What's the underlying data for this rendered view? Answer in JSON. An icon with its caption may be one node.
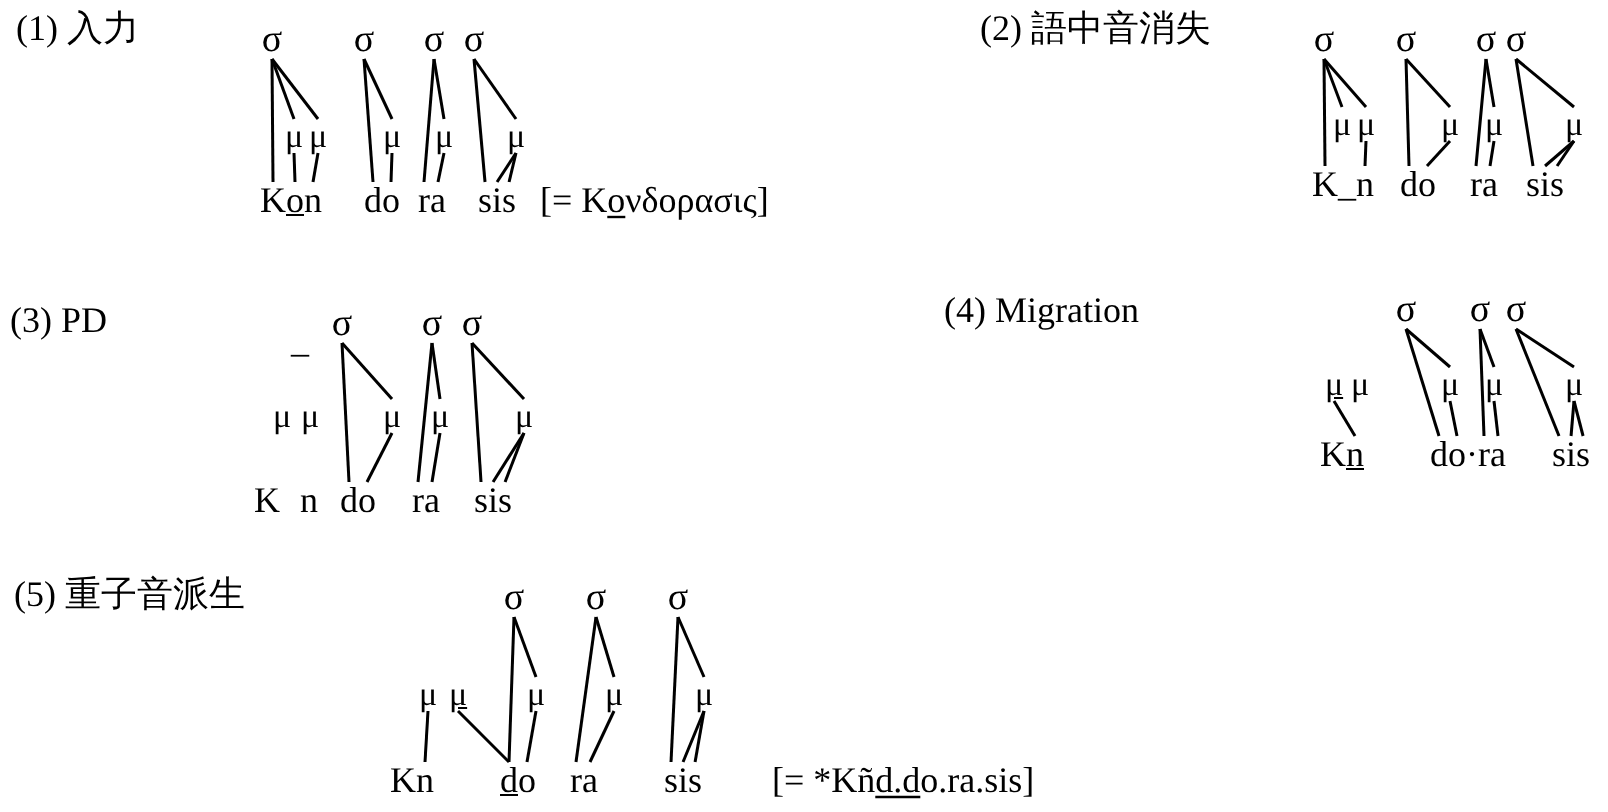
{
  "diagram": {
    "nodes": [
      {
        "text": [
          "σ"
        ]
      },
      {
        "text": [
          "σ"
        ]
      },
      {
        "text": [
          "σ"
        ]
      },
      {
        "text": [
          "σ"
        ]
      },
      {
        "text": [
          "μ"
        ]
      },
      {
        "text": [
          "μ"
        ]
      },
      {
        "text": [
          "μ"
        ]
      },
      {
        "text": [
          "μ"
        ]
      },
      {
        "text": [
          "μ"
        ]
      },
      {
        "text": [
          "K"
        ]
      },
      {
        "text": [
          "o"
        ]
      },
      {
        "text": [
          "n"
        ]
      },
      {
        "text": [
          "d"
        ]
      },
      {
        "text": [
          "o"
        ]
      },
      {
        "text": [
          "r"
        ]
      },
      {
        "text": [
          "a"
        ]
      },
      {
        "text": [
          "s"
        ]
      },
      {
        "text": [
          "i"
        ]
      },
      {
        "text": [
          "s"
        ]
      },
      {
        "text": [
          "σ"
        ]
      },
      {
        "text": [
          "σ"
        ]
      },
      {
        "text": [
          "σ"
        ]
      },
      {
        "text": [
          "σ"
        ]
      },
      {
        "text": [
          "μ"
        ]
      },
      {
        "text": [
          "μ"
        ]
      },
      {
        "text": [
          "μ"
        ]
      },
      {
        "text": [
          "μ"
        ]
      },
      {
        "text": [
          "μ"
        ]
      },
      {
        "text": [
          "K"
        ]
      },
      {
        "text": [
          "n"
        ]
      },
      {
        "text": [
          "d"
        ]
      },
      {
        "text": [
          "o"
        ]
      },
      {
        "text": [
          "r"
        ]
      },
      {
        "text": [
          "a"
        ]
      },
      {
        "text": [
          "s"
        ]
      },
      {
        "text": [
          "i"
        ]
      },
      {
        "text": [
          "s"
        ]
      },
      {
        "text": [
          "σ"
        ]
      },
      {
        "text": [
          "σ"
        ]
      },
      {
        "text": [
          "σ"
        ]
      },
      {
        "text": [
          "μ"
        ]
      },
      {
        "text": [
          "μ"
        ]
      },
      {
        "text": [
          "μ"
        ]
      },
      {
        "text": [
          "μ"
        ]
      },
      {
        "text": [
          "μ"
        ]
      },
      {
        "text": [
          "K"
        ]
      },
      {
        "text": [
          "n"
        ]
      },
      {
        "text": [
          "d"
        ]
      },
      {
        "text": [
          "o"
        ]
      },
      {
        "text": [
          "r"
        ]
      },
      {
        "text": [
          "a"
        ]
      },
      {
        "text": [
          "s"
        ]
      },
      {
        "text": [
          "i"
        ]
      },
      {
        "text": [
          "s"
        ]
      },
      {
        "text": [
          "σ"
        ]
      },
      {
        "text": [
          "σ"
        ]
      },
      {
        "text": [
          "σ"
        ]
      },
      {
        "text": [
          "μ"
        ]
      },
      {
        "text": [
          "μ"
        ]
      },
      {
        "text": [
          "μ"
        ]
      },
      {
        "text": [
          "μ"
        ]
      },
      {
        "text": [
          "μ"
        ]
      },
      {
        "text": [
          "K"
        ]
      },
      {
        "text": [
          "n"
        ]
      },
      {
        "text": [
          "d"
        ]
      },
      {
        "text": [
          "o"
        ]
      },
      {
        "text": [
          "r"
        ]
      },
      {
        "text": [
          "a"
        ]
      },
      {
        "text": [
          "s"
        ]
      },
      {
        "text": [
          "i"
        ]
      },
      {
        "text": [
          "s"
        ]
      },
      {
        "text": [
          "σ"
        ]
      },
      {
        "text": [
          "σ"
        ]
      },
      {
        "text": [
          "σ"
        ]
      },
      {
        "text": [
          "μ"
        ]
      },
      {
        "text": [
          "μ"
        ]
      },
      {
        "text": [
          "μ"
        ]
      },
      {
        "text": [
          "μ"
        ]
      },
      {
        "text": [
          "μ"
        ]
      },
      {
        "text": [
          "K"
        ]
      },
      {
        "text": [
          "n"
        ]
      },
      {
        "text": [
          "d"
        ]
      },
      {
        "text": [
          "o"
        ]
      },
      {
        "text": [
          "r"
        ]
      },
      {
        "text": [
          "a"
        ]
      },
      {
        "text": [
          "s"
        ]
      },
      {
        "text": [
          "i"
        ]
      },
      {
        "text": [
          "s"
        ]
      }
    ],
    "edges": [
      {
        "from": 0,
        "to": 9,
        "arrow": "none"
      },
      {
        "from": 0,
        "to": 4,
        "arrow": "none"
      },
      {
        "from": 0,
        "to": 5,
        "arrow": "none"
      },
      {
        "from": 4,
        "to": 10,
        "arrow": "none"
      },
      {
        "from": 5,
        "to": 11,
        "arrow": "none"
      },
      {
        "from": 1,
        "to": 12,
        "arrow": "none"
      },
      {
        "from": 1,
        "to": 6,
        "arrow": "none"
      },
      {
        "from": 6,
        "to": 13,
        "arrow": "none"
      },
      {
        "from": 2,
        "to": 14,
        "arrow": "none"
      },
      {
        "from": 2,
        "to": 7,
        "arrow": "none"
      },
      {
        "from": 7,
        "to": 15,
        "arrow": "none"
      },
      {
        "from": 3,
        "to": 16,
        "arrow": "none"
      },
      {
        "from": 3,
        "to": 8,
        "arrow": "none"
      },
      {
        "from": 8,
        "to": 17,
        "arrow": "none"
      },
      {
        "from": 8,
        "to": 18,
        "arrow": "none"
      },
      {
        "from": 19,
        "to": 28,
        "arrow": "none"
      },
      {
        "from": 19,
        "to": 23,
        "arrow": "none"
      },
      {
        "from": 19,
        "to": 24,
        "arrow": "none"
      },
      {
        "from": 24,
        "to": 29,
        "arrow": "none"
      },
      {
        "from": 20,
        "to": 30,
        "arrow": "none"
      },
      {
        "from": 20,
        "to": 25,
        "arrow": "none"
      },
      {
        "from": 25,
        "to": 31,
        "arrow": "none"
      },
      {
        "from": 21,
        "to": 32,
        "arrow": "none"
      },
      {
        "from": 21,
        "to": 26,
        "arrow": "none"
      },
      {
        "from": 26,
        "to": 33,
        "arrow": "none"
      },
      {
        "from": 22,
        "to": 34,
        "arrow": "none"
      },
      {
        "from": 22,
        "to": 27,
        "arrow": "none"
      },
      {
        "from": 27,
        "to": 35,
        "arrow": "none"
      },
      {
        "from": 27,
        "to": 36,
        "arrow": "none"
      },
      {
        "from": 37,
        "to": 47,
        "arrow": "none"
      },
      {
        "from": 37,
        "to": 42,
        "arrow": "none"
      },
      {
        "from": 42,
        "to": 48,
        "arrow": "none"
      },
      {
        "from": 38,
        "to": 49,
        "arrow": "none"
      },
      {
        "from": 38,
        "to": 43,
        "arrow": "none"
      },
      {
        "from": 43,
        "to": 50,
        "arrow": "none"
      },
      {
        "from": 39,
        "to": 51,
        "arrow": "none"
      },
      {
        "from": 39,
        "to": 44,
        "arrow": "none"
      },
      {
        "from": 44,
        "to": 52,
        "arrow": "none"
      },
      {
        "from": 44,
        "to": 53,
        "arrow": "none"
      },
      {
        "from": 57,
        "to": 63,
        "arrow": "none"
      },
      {
        "from": 54,
        "to": 64,
        "arrow": "none"
      },
      {
        "from": 54,
        "to": 59,
        "arrow": "none"
      },
      {
        "from": 59,
        "to": 65,
        "arrow": "none"
      },
      {
        "from": 55,
        "to": 66,
        "arrow": "none"
      },
      {
        "from": 55,
        "to": 60,
        "arrow": "none"
      },
      {
        "from": 60,
        "to": 67,
        "arrow": "none"
      },
      {
        "from": 56,
        "to": 68,
        "arrow": "none"
      },
      {
        "from": 56,
        "to": 61,
        "arrow": "none"
      },
      {
        "from": 61,
        "to": 69,
        "arrow": "none"
      },
      {
        "from": 61,
        "to": 70,
        "arrow": "none"
      },
      {
        "from": 74,
        "to": 80,
        "arrow": "none"
      },
      {
        "from": 75,
        "to": 81,
        "arrow": "none"
      },
      {
        "from": 71,
        "to": 81,
        "arrow": "none"
      },
      {
        "from": 71,
        "to": 76,
        "arrow": "none"
      },
      {
        "from": 76,
        "to": 82,
        "arrow": "none"
      },
      {
        "from": 72,
        "to": 83,
        "arrow": "none"
      },
      {
        "from": 72,
        "to": 77,
        "arrow": "none"
      },
      {
        "from": 77,
        "to": 84,
        "arrow": "none"
      },
      {
        "from": 73,
        "to": 85,
        "arrow": "none"
      },
      {
        "from": 73,
        "to": 78,
        "arrow": "none"
      },
      {
        "from": 78,
        "to": 86,
        "arrow": "none"
      },
      {
        "from": 78,
        "to": 87,
        "arrow": "none"
      }
    ],
    "labels": [
      "(1) 入力",
      "[= Kονδορασις]",
      "(2) 語中音消失",
      "_",
      "(3) PD",
      "_",
      "(4) Migration",
      "·",
      "(5) 重子音派生",
      "[= *Kñd.do.ra.sis]"
    ]
  }
}
